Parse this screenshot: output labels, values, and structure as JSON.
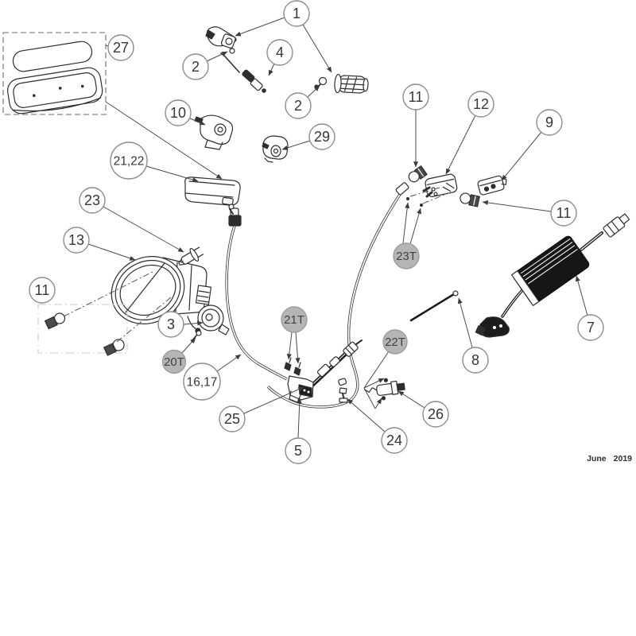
{
  "diagram": {
    "description": "exploded parts diagram - handlebar controls, headlight and electrical components",
    "footer": {
      "month": "June",
      "year": "2019"
    },
    "colors": {
      "bg": "#ffffff",
      "line": "#2e2e2e",
      "leader": "#4a4a4a",
      "callout-fill": "#ffffff",
      "callout-border": "#8c8c8c",
      "callout-text": "#363636",
      "callout-filled": "#b5b5b5"
    },
    "callouts": [
      {
        "label": "27",
        "style": "outline"
      },
      {
        "label": "1",
        "style": "outline"
      },
      {
        "label": "2",
        "style": "outline"
      },
      {
        "label": "4",
        "style": "outline"
      },
      {
        "label": "2",
        "style": "outline"
      },
      {
        "label": "10",
        "style": "outline"
      },
      {
        "label": "29",
        "style": "outline"
      },
      {
        "label": "21,22",
        "style": "outline"
      },
      {
        "label": "23",
        "style": "outline"
      },
      {
        "label": "13",
        "style": "outline"
      },
      {
        "label": "11",
        "style": "outline"
      },
      {
        "label": "3",
        "style": "outline"
      },
      {
        "label": "20T",
        "style": "filled"
      },
      {
        "label": "16,17",
        "style": "outline"
      },
      {
        "label": "25",
        "style": "outline"
      },
      {
        "label": "5",
        "style": "outline"
      },
      {
        "label": "24",
        "style": "outline"
      },
      {
        "label": "26",
        "style": "outline"
      },
      {
        "label": "22T",
        "style": "filled"
      },
      {
        "label": "21T",
        "style": "filled"
      },
      {
        "label": "23T",
        "style": "filled"
      },
      {
        "label": "11",
        "style": "outline"
      },
      {
        "label": "12",
        "style": "outline"
      },
      {
        "label": "9",
        "style": "outline"
      },
      {
        "label": "11",
        "style": "outline"
      },
      {
        "label": "7",
        "style": "outline"
      },
      {
        "label": "8",
        "style": "outline"
      }
    ]
  }
}
